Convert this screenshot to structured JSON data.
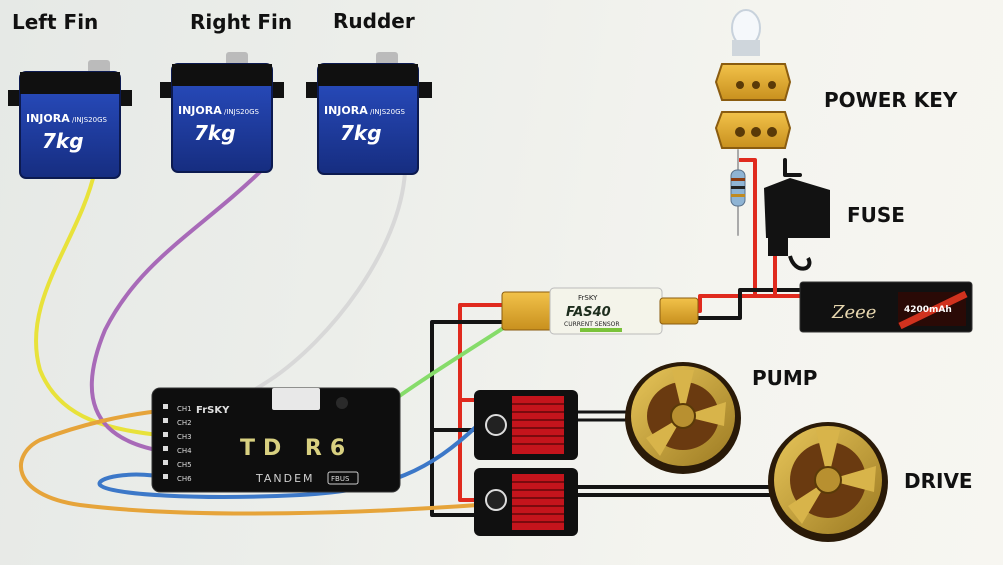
{
  "labels": {
    "left_fin": "Left Fin",
    "right_fin": "Right Fin",
    "rudder": "Rudder",
    "power_key": "POWER KEY",
    "fuse": "FUSE",
    "pump": "PUMP",
    "drive": "DRIVE"
  },
  "servo": {
    "brand": "INJORA",
    "model": "/INJS20GS",
    "torque": "7kg"
  },
  "receiver": {
    "brand": "FrSKY",
    "model": "TD R6",
    "subtitle": "TANDEM",
    "badge": "FBUS",
    "channels": [
      "CH1",
      "CH2",
      "CH3",
      "CH4",
      "CH5",
      "CH6"
    ]
  },
  "sensor": {
    "brand": "FrSKY",
    "model": "FAS40",
    "caption": "CURRENT SENSOR"
  },
  "battery": {
    "brand": "Zeee",
    "capacity": "4200mAh"
  },
  "colors": {
    "yellow_wire": "#e8e23a",
    "purple_wire": "#a86ab8",
    "white_wire": "#d8d8d8",
    "green_wire": "#86dc6a",
    "blue_wire": "#3c78c8",
    "orange_wire": "#e6a43a",
    "red_wire": "#e02a1e",
    "black_wire": "#141414",
    "servo_blue": "#1f3fa0",
    "esc_red": "#c4141c",
    "motor_gold": "#c9a53a"
  }
}
